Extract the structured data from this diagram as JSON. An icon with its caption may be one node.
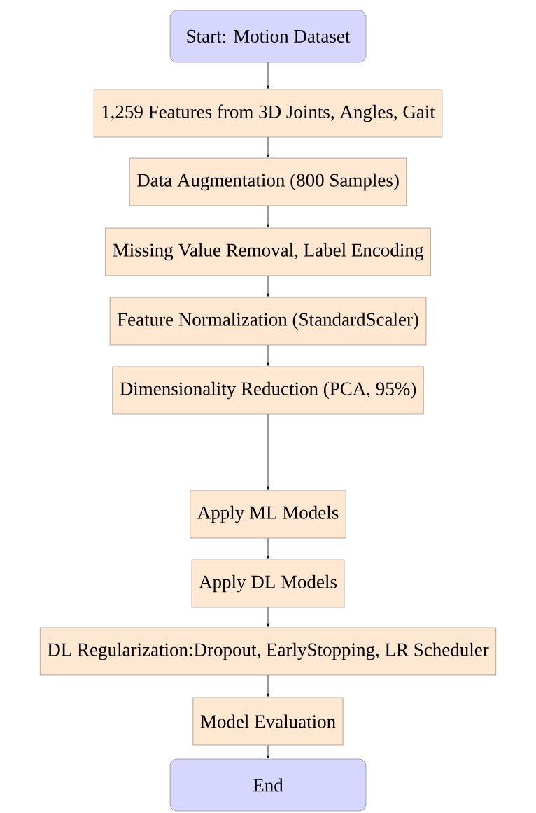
{
  "diagram": {
    "nodes": [
      {
        "text": [
          "Start: Motion Dataset"
        ]
      },
      {
        "text": [
          "1,259 Features from 3D Joints, Angles, Gait"
        ]
      },
      {
        "text": [
          "Data Augmentation (800 Samples)"
        ]
      },
      {
        "text": [
          "Missing Value Removal, Label Encoding"
        ]
      },
      {
        "text": [
          "Feature Normalization (StandardScaler)"
        ]
      },
      {
        "text": [
          "Dimensionality Reduction (PCA, 95%)"
        ]
      },
      {
        "text": [
          "Apply ML Models"
        ]
      },
      {
        "text": [
          "Apply DL Models"
        ]
      },
      {
        "text": [
          "DL Regularization:Dropout, EarlyStopping, LR Scheduler"
        ]
      },
      {
        "text": [
          "Model Evaluation"
        ]
      },
      {
        "text": [
          "End"
        ]
      }
    ],
    "edges": [
      {
        "from": 0,
        "to": 1,
        "arrow": "to"
      },
      {
        "from": 1,
        "to": 2,
        "arrow": "to"
      },
      {
        "from": 2,
        "to": 3,
        "arrow": "to"
      },
      {
        "from": 3,
        "to": 4,
        "arrow": "to"
      },
      {
        "from": 4,
        "to": 5,
        "arrow": "to"
      },
      {
        "from": 5,
        "to": 6,
        "arrow": "to"
      },
      {
        "from": 6,
        "to": 7,
        "arrow": "to"
      },
      {
        "from": 7,
        "to": 8,
        "arrow": "to"
      },
      {
        "from": 8,
        "to": 9,
        "arrow": "to"
      },
      {
        "from": 9,
        "to": 10,
        "arrow": "to"
      }
    ]
  }
}
